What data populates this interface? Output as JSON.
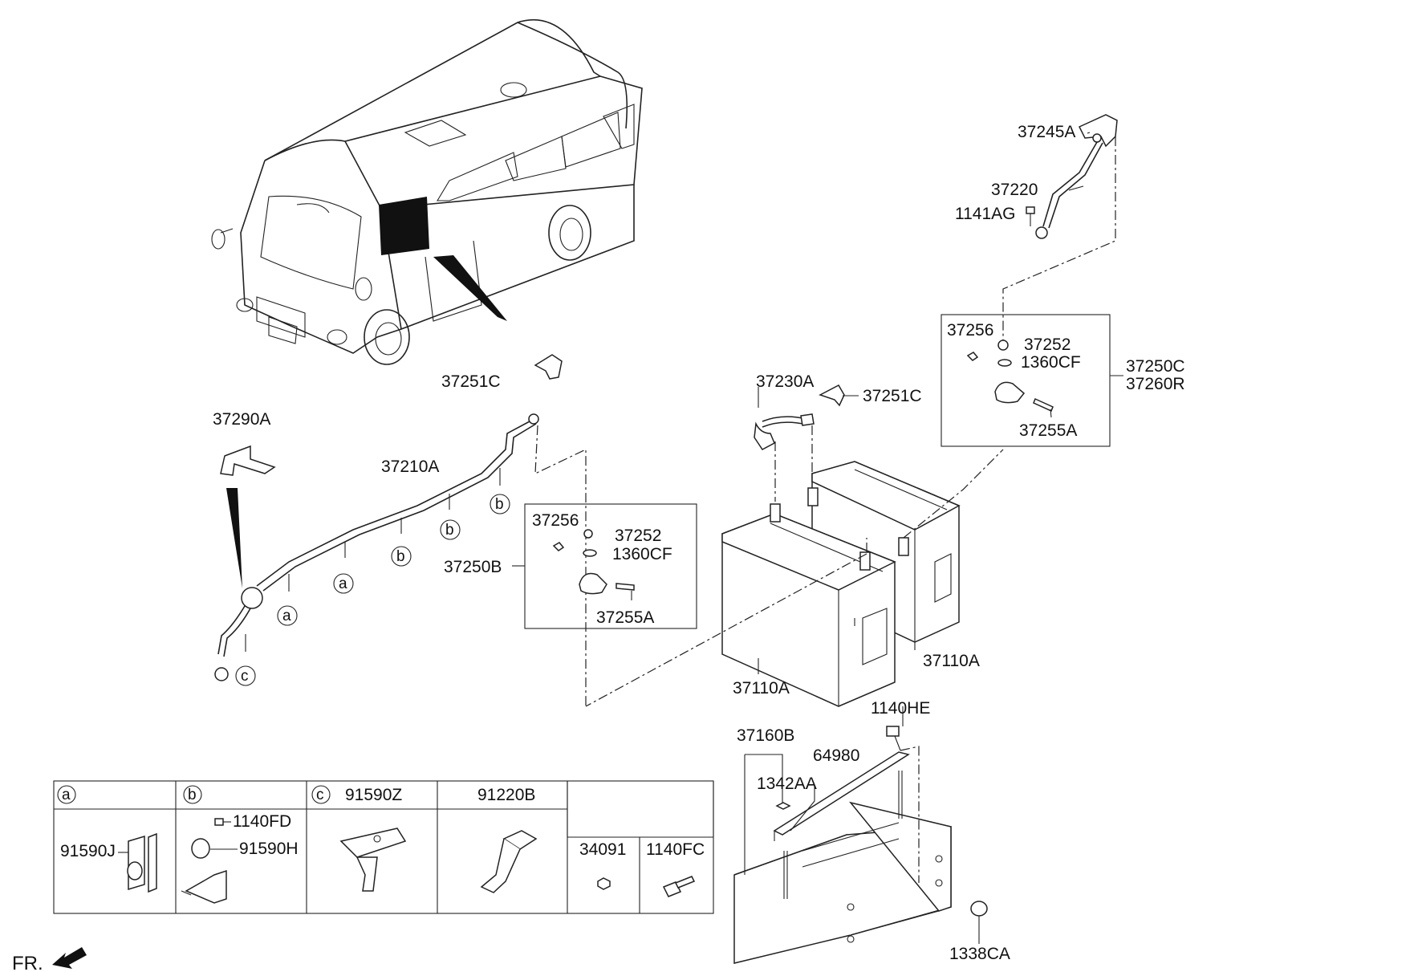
{
  "labels": {
    "p37245A": "37245A",
    "p37220": "37220",
    "p1141AG": "1141AG",
    "p37256_r": "37256",
    "p37252_r": "37252",
    "p1360CF_r": "1360CF",
    "p37250C": "37250C",
    "p37260R": "37260R",
    "p37255A_r": "37255A",
    "p37230A": "37230A",
    "p37251C_r": "37251C",
    "p37251C_l": "37251C",
    "p37290A": "37290A",
    "p37210A": "37210A",
    "p37256_l": "37256",
    "p37252_l": "37252",
    "p1360CF_l": "1360CF",
    "p37250B": "37250B",
    "p37255A_l": "37255A",
    "p37110A_l": "37110A",
    "p37110A_r": "37110A",
    "p1140HE": "1140HE",
    "p37160B": "37160B",
    "p64980": "64980",
    "p1342AA": "1342AA",
    "p1338CA": "1338CA"
  },
  "callouts": {
    "a": "a",
    "b": "b",
    "c": "c"
  },
  "legend_table": {
    "col_a_marker": "a",
    "col_b_marker": "b",
    "col_c_marker": "c",
    "col_c_title": "91590Z",
    "col_d_title": "91220B",
    "col_e_title": "34091",
    "col_f_title": "1140FC",
    "a_part": "91590J",
    "b_part_bolt": "1140FD",
    "b_part_clip": "91590H"
  },
  "front_indicator": "FR.",
  "icons": [
    "bus-illustration",
    "battery-icon",
    "battery-tray-icon",
    "cable-icon",
    "terminal-clamp-icon",
    "bracket-icon",
    "front-arrow-icon"
  ]
}
